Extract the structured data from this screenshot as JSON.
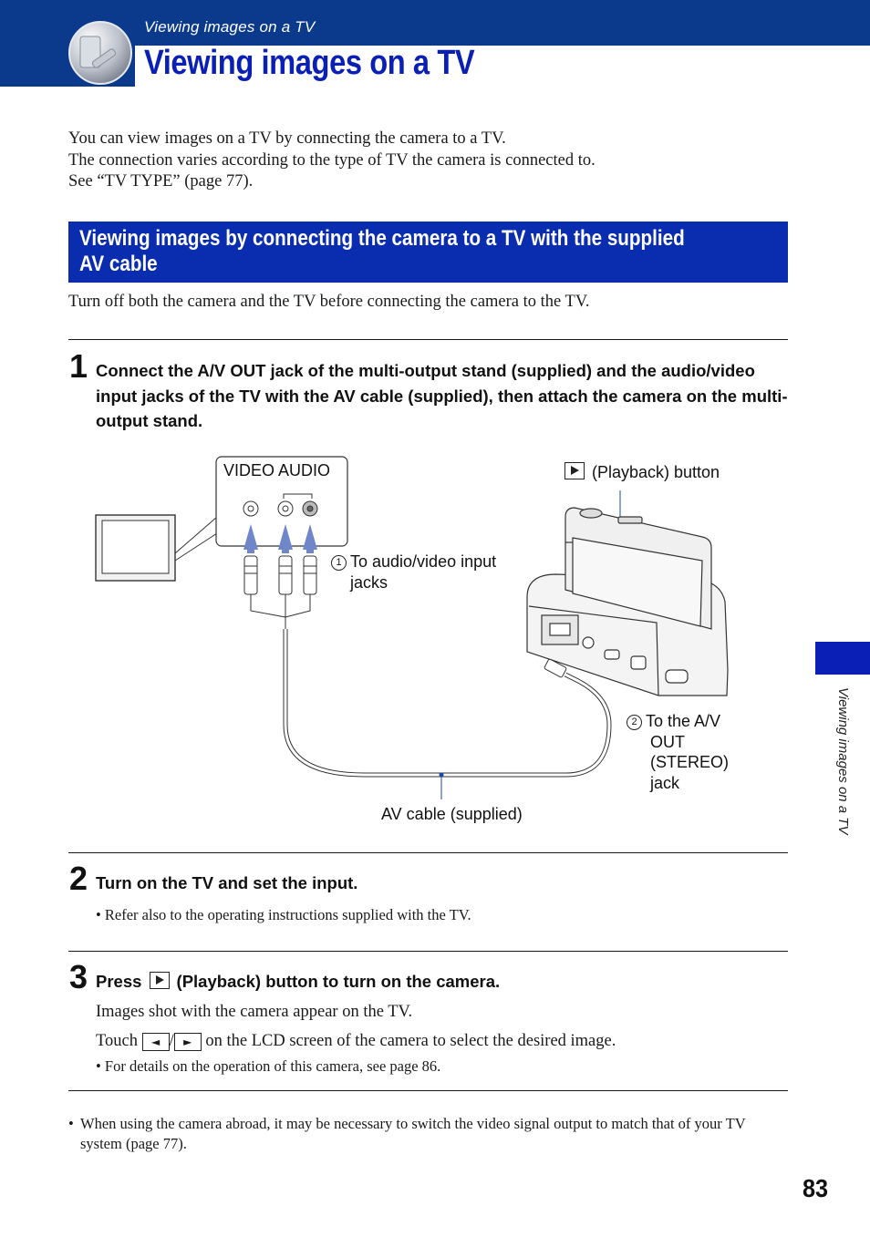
{
  "header": {
    "breadcrumb": "Viewing images on a TV",
    "title": "Viewing images on a TV",
    "colors": {
      "band": "#0b3a8c",
      "title": "#0a1fb5"
    }
  },
  "intro": [
    "You can view images on a TV by connecting the camera to a TV.",
    "The connection varies according to the type of TV the camera is connected to.",
    "See “TV TYPE” (page 77)."
  ],
  "section": {
    "title": "Viewing images by connecting the camera to a TV with the supplied AV cable",
    "intro": "Turn off both the camera and the TV before connecting the camera to the TV.",
    "color": "#0a2db0"
  },
  "steps": [
    {
      "number": "1",
      "text": "Connect the A/V OUT jack of the multi-output stand (supplied) and the audio/video input jacks of the TV with the AV cable (supplied), then attach the camera on the multi-output stand."
    },
    {
      "number": "2",
      "text": "Turn on the TV and set the input.",
      "bullet": "Refer also to the operating instructions supplied with the TV."
    },
    {
      "number": "3",
      "text_before": "Press",
      "text_after": "(Playback) button to turn on the camera.",
      "line1": "Images shot with the camera appear on the TV.",
      "line2_before": "Touch",
      "line2_sep": "/",
      "line2_after": "on the LCD screen of the camera to select the desired image.",
      "left_key": "◄",
      "right_key": "►",
      "bullet": "For details on the operation of this camera, see page 86."
    }
  ],
  "diagram": {
    "jack_label": "VIDEO AUDIO",
    "callout1_num": "1",
    "callout1": [
      "To audio/video input",
      "jacks"
    ],
    "playback": "(Playback) button",
    "callout2_num": "2",
    "callout2": [
      "To the A/V",
      "OUT",
      "(STEREO)",
      "jack"
    ],
    "cable": "AV cable (supplied)",
    "icons": [
      "tv-icon",
      "camera-icon",
      "multi-output-stand-icon",
      "av-plug-icon",
      "play-icon"
    ]
  },
  "footnote": "When using the camera abroad, it may be necessary to switch the video signal output to match that of your TV system (page 77).",
  "side_tab": "Viewing images on a TV",
  "page_number": "83"
}
